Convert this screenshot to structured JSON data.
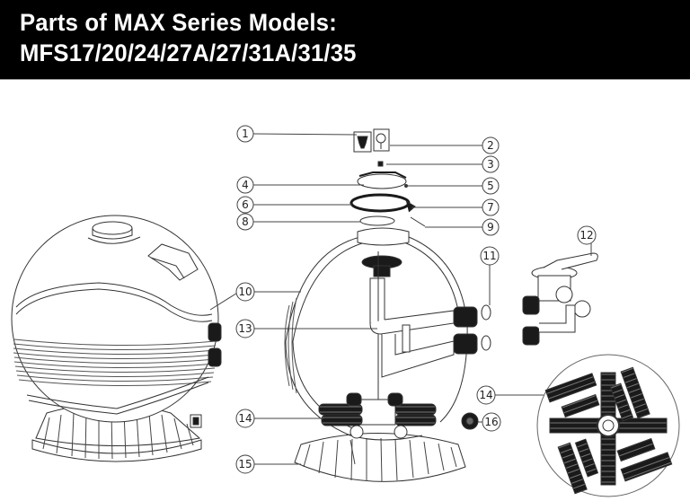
{
  "header": {
    "title_line1": "Parts of MAX Series Models:",
    "title_line2": "MFS17/20/24/27A/27/31A/31/35"
  },
  "callouts": [
    {
      "num": "1"
    },
    {
      "num": "2"
    },
    {
      "num": "3"
    },
    {
      "num": "4"
    },
    {
      "num": "5"
    },
    {
      "num": "6"
    },
    {
      "num": "7"
    },
    {
      "num": "8"
    },
    {
      "num": "9"
    },
    {
      "num": "10"
    },
    {
      "num": "11"
    },
    {
      "num": "12"
    },
    {
      "num": "13"
    },
    {
      "num": "14"
    },
    {
      "num": "14"
    },
    {
      "num": "15"
    },
    {
      "num": "16"
    }
  ],
  "colors": {
    "header_bg": "#000000",
    "header_text": "#ffffff",
    "line": "#333333",
    "part_dark": "#1a1a1a"
  }
}
